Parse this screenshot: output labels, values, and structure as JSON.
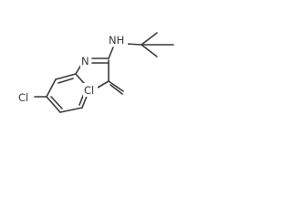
{
  "molecule": {
    "atoms": {
      "nh": "NH",
      "n_imine": "N",
      "cl_vinyl": "Cl",
      "cl_ring": "Cl"
    }
  }
}
